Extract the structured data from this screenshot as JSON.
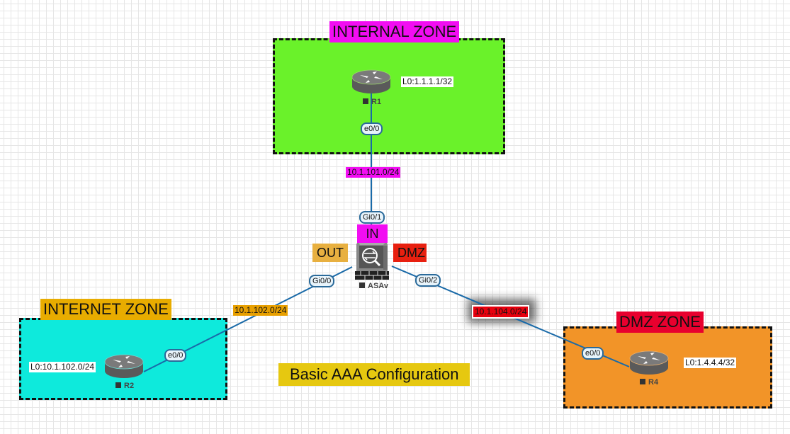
{
  "title": "Basic AAA Configuration",
  "colors": {
    "link": "#1a6aa8",
    "internal_zone_bg": "#6af22a",
    "internal_zone_title_bg": "#f20df2",
    "internet_zone_bg": "#0eeadc",
    "internet_zone_title_bg": "#e8ac00",
    "dmz_zone_bg": "#f29428",
    "dmz_zone_title_bg": "#e8002e",
    "title_bg": "#e6c810"
  },
  "zones": {
    "internal": {
      "label": "INTERNAL ZONE"
    },
    "internet": {
      "label": "INTERNET ZONE"
    },
    "dmz": {
      "label": "DMZ ZONE"
    }
  },
  "nodes": {
    "r1": {
      "name": "R1",
      "type": "router-icon",
      "loopback": "L0:1.1.1.1/32",
      "interface": "e0/0"
    },
    "r2": {
      "name": "R2",
      "type": "router-icon",
      "loopback": "L0:10.1.102.0/24",
      "interface": "e0/0"
    },
    "r4": {
      "name": "R4",
      "type": "router-icon",
      "loopback": "L0:1.4.4.4/32",
      "interface": "e0/0"
    },
    "asav": {
      "name": "ASAv",
      "type": "firewall-icon",
      "interfaces": {
        "inside": "Gi0/1",
        "outside": "Gi0/0",
        "dmz": "Gi0/2"
      },
      "nameif": {
        "inside": "IN",
        "outside": "OUT",
        "dmz": "DMZ"
      }
    }
  },
  "links": [
    {
      "from": "R1",
      "to": "ASAv",
      "subnet": "10.1.101.0/24",
      "color": "#f20df2"
    },
    {
      "from": "R2",
      "to": "ASAv",
      "subnet": "10.1.102.0/24",
      "color": "#e8a000"
    },
    {
      "from": "R4",
      "to": "ASAv",
      "subnet": "10.1.104.0/24",
      "color": "#e8000e"
    }
  ]
}
